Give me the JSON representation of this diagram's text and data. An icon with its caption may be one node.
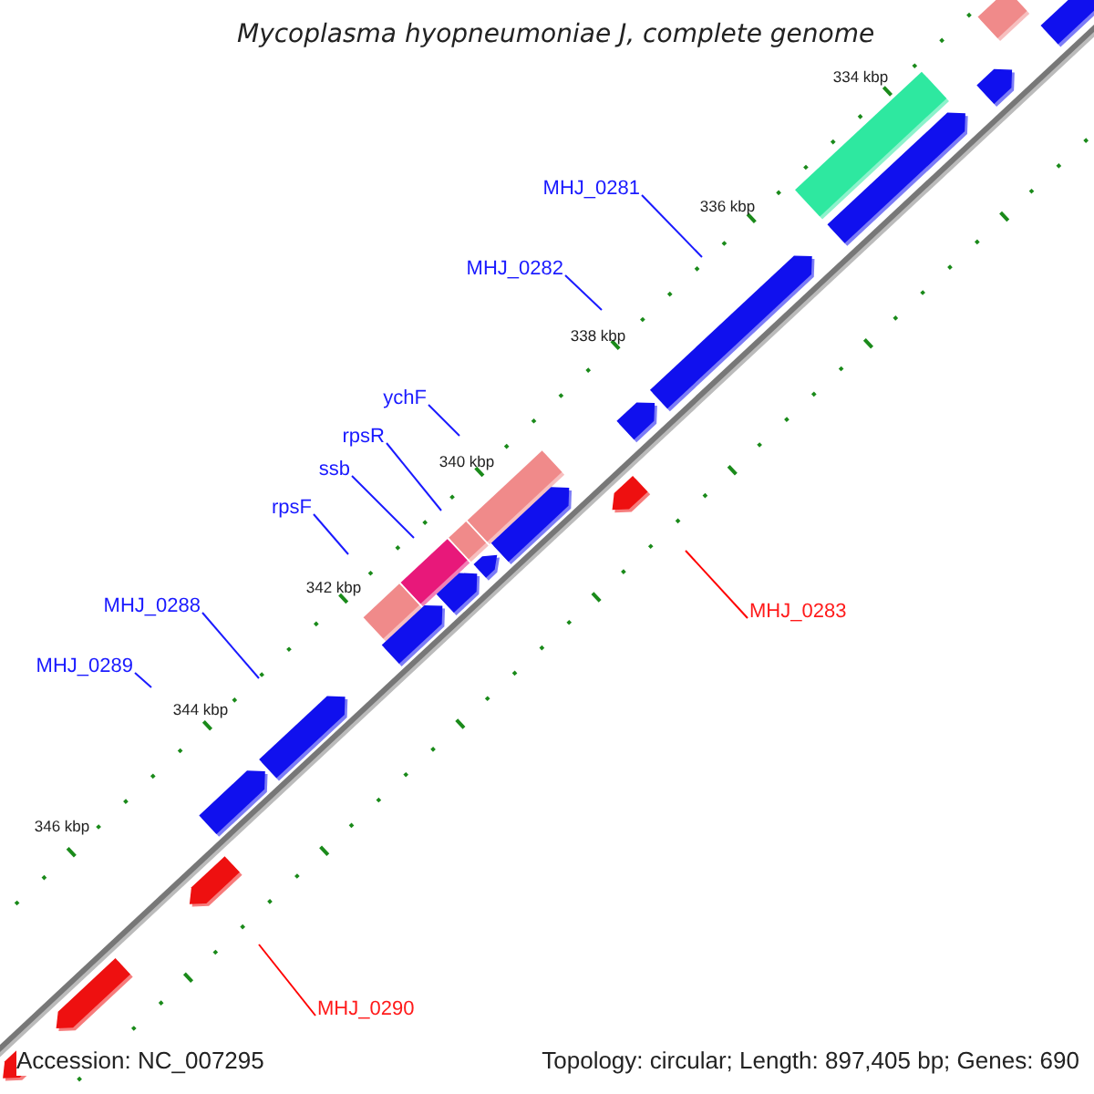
{
  "diagram": {
    "title": "Mycoplasma hyopneumoniae J, complete genome",
    "nodes": [
      {
        "text": [
          "MHJ_0281"
        ]
      },
      {
        "text": [
          "MHJ_0282"
        ]
      },
      {
        "text": [
          "ychF"
        ]
      },
      {
        "text": [
          "rpsR"
        ]
      },
      {
        "text": [
          "ssb"
        ]
      },
      {
        "text": [
          "rpsF"
        ]
      },
      {
        "text": [
          "MHJ_0283"
        ]
      },
      {
        "text": [
          "MHJ_0288"
        ]
      },
      {
        "text": [
          "MHJ_0289"
        ]
      },
      {
        "text": [
          "MHJ_0290"
        ]
      }
    ],
    "edges": [
      {
        "from": 0,
        "to": null,
        "arrow": "none"
      },
      {
        "from": 1,
        "to": null,
        "arrow": "none"
      },
      {
        "from": 2,
        "to": null,
        "arrow": "none"
      },
      {
        "from": 3,
        "to": null,
        "arrow": "none"
      },
      {
        "from": 4,
        "to": null,
        "arrow": "none"
      },
      {
        "from": 5,
        "to": null,
        "arrow": "none"
      },
      {
        "from": 6,
        "to": null,
        "arrow": "none",
        "color": "#ff0000"
      },
      {
        "from": 7,
        "to": null,
        "arrow": "none"
      },
      {
        "from": 8,
        "to": null,
        "arrow": "none"
      },
      {
        "from": 9,
        "to": null,
        "arrow": "none",
        "color": "#ff0000"
      }
    ],
    "labels": [
      "334 kbp",
      "336 kbp",
      "338 kbp",
      "340 kbp",
      "342 kbp",
      "344 kbp",
      "346 kbp",
      "Accession: NC_007295",
      "Topology: circular; Length: 897,405 bp; Genes: 690"
    ]
  }
}
